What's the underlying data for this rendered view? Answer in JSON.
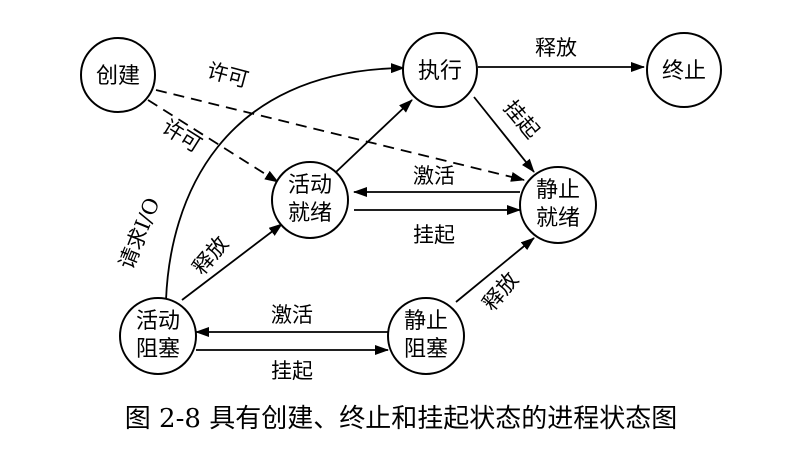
{
  "nodes": {
    "create": {
      "label": "创建"
    },
    "execute": {
      "label": "执行"
    },
    "terminate": {
      "label": "终止"
    },
    "active_ready": {
      "label_line1": "活动",
      "label_line2": "就绪"
    },
    "static_ready": {
      "label_line1": "静止",
      "label_line2": "就绪"
    },
    "active_blocked": {
      "label_line1": "活动",
      "label_line2": "阻塞"
    },
    "static_blocked": {
      "label_line1": "静止",
      "label_line2": "阻塞"
    }
  },
  "edges": {
    "create_to_static_ready": "许可",
    "create_to_active_ready": "许可",
    "execute_to_terminate": "释放",
    "execute_to_static_ready": "挂起",
    "static_ready_to_active_ready": "激活",
    "active_ready_to_static_ready": "挂起",
    "active_blocked_to_execute": "请求I/O",
    "active_blocked_to_active_ready": "释放",
    "static_blocked_to_static_ready": "释放",
    "static_blocked_to_active_blocked": "激活",
    "active_blocked_to_static_blocked": "挂起"
  },
  "caption": "图 2-8    具有创建、终止和挂起状态的进程状态图"
}
